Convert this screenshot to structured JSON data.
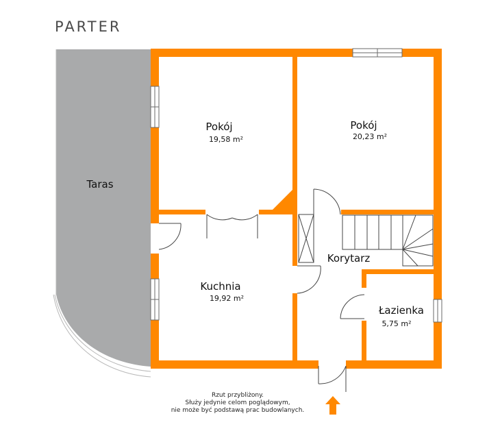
{
  "title": "PARTER",
  "colors": {
    "wall": "#ff8800",
    "terrace": "#a9aaab",
    "arrow": "#ff8800"
  },
  "rooms": [
    {
      "name": "Pokój",
      "area": "19,58 m²"
    },
    {
      "name": "Pokój",
      "area": "20,23 m²"
    },
    {
      "name": "Taras",
      "area": ""
    },
    {
      "name": "Kuchnia",
      "area": "19,92 m²"
    },
    {
      "name": "Korytarz",
      "area": ""
    },
    {
      "name": "Łazienka",
      "area": "5,75 m²"
    }
  ],
  "note": [
    "Rzut przybliżony.",
    "Służy jedynie celom poglądowym,",
    "nie może być podstawą prac budowlanych."
  ],
  "entrance_icon": "arrow-up-icon"
}
